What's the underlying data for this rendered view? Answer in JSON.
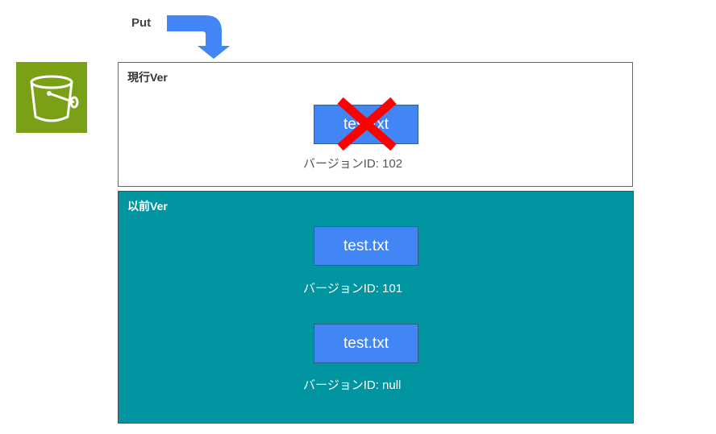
{
  "put_label": "Put",
  "current_version": {
    "title": "現行Ver",
    "file": {
      "name": "test.txt",
      "version_id": "バージョンID: 102",
      "deleted": true
    }
  },
  "previous_versions": {
    "title": "以前Ver",
    "files": [
      {
        "name": "test.txt",
        "version_id": "バージョンID: 101"
      },
      {
        "name": "test.txt",
        "version_id": "バージョンID: null"
      }
    ]
  },
  "colors": {
    "bucket_bg": "#7aa116",
    "previous_bg": "#0095a0",
    "file_blue": "#4285f4",
    "cross_red": "#ff0000"
  },
  "icons": [
    "s3-bucket-icon",
    "put-arrow-icon",
    "delete-cross-icon"
  ]
}
